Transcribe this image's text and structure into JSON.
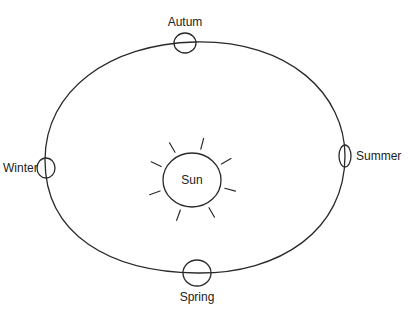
{
  "diagram": {
    "nodes": [
      {
        "text": [
          "Autum"
        ]
      },
      {
        "text": [
          "Winter"
        ]
      },
      {
        "text": [
          "Sun"
        ]
      },
      {
        "text": [
          "Summer"
        ]
      },
      {
        "text": [
          "Spring"
        ]
      }
    ]
  }
}
